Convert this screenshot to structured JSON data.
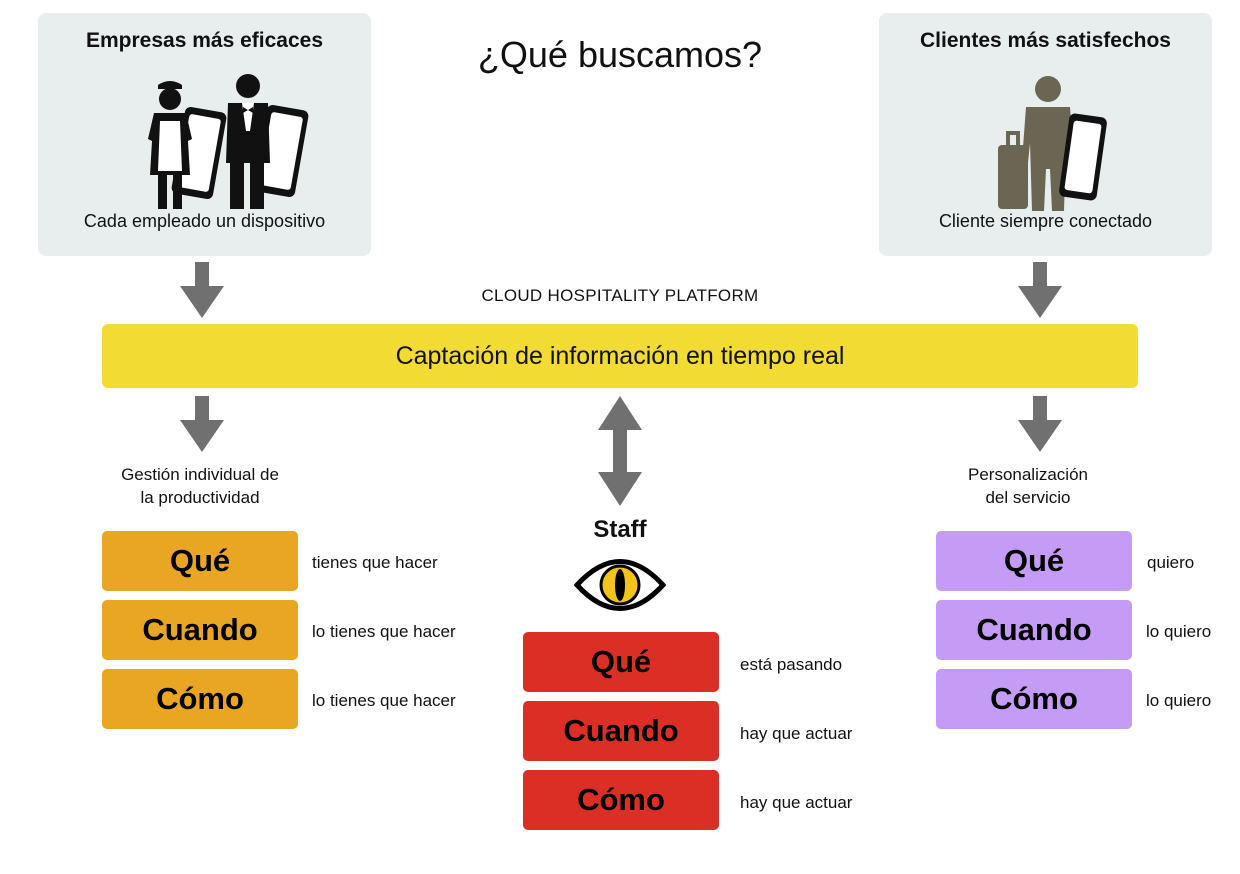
{
  "title": "¿Qué buscamos?",
  "left_panel": {
    "title": "Empresas más eficaces",
    "caption": "Cada empleado un dispositivo",
    "icons": [
      "maid-with-phone-icon",
      "butler-with-phone-icon"
    ]
  },
  "right_panel": {
    "title": "Clientes más satisfechos",
    "caption": "Cliente siempre conectado",
    "icons": [
      "guest-with-luggage-and-phone-icon"
    ]
  },
  "platform": {
    "label": "CLOUD HOSPITALITY PLATFORM",
    "bar_text": "Captación de información en tiempo real"
  },
  "left_column": {
    "heading_line1": "Gestión individual de",
    "heading_line2": "la productividad",
    "color": "#e9a623",
    "items": [
      {
        "label": "Qué",
        "text": "tienes que hacer"
      },
      {
        "label": "Cuando",
        "text": "lo tienes que hacer"
      },
      {
        "label": "Cómo",
        "text": "lo tienes que hacer"
      }
    ]
  },
  "center_column": {
    "heading": "Staff",
    "icon": "eye-icon",
    "color": "#db2f26",
    "items": [
      {
        "label": "Qué",
        "text": "está pasando"
      },
      {
        "label": "Cuando",
        "text": "hay que actuar"
      },
      {
        "label": "Cómo",
        "text": "hay que actuar"
      }
    ]
  },
  "right_column": {
    "heading_line1": "Personalización",
    "heading_line2": "del servicio",
    "color": "#c49cf6",
    "items": [
      {
        "label": "Qué",
        "text": "quiero"
      },
      {
        "label": "Cuando",
        "text": "lo quiero"
      },
      {
        "label": "Cómo",
        "text": "lo quiero"
      }
    ]
  },
  "colors": {
    "panel_bg": "#e8eeee",
    "arrow": "#707070",
    "bar": "#f2dc33"
  }
}
